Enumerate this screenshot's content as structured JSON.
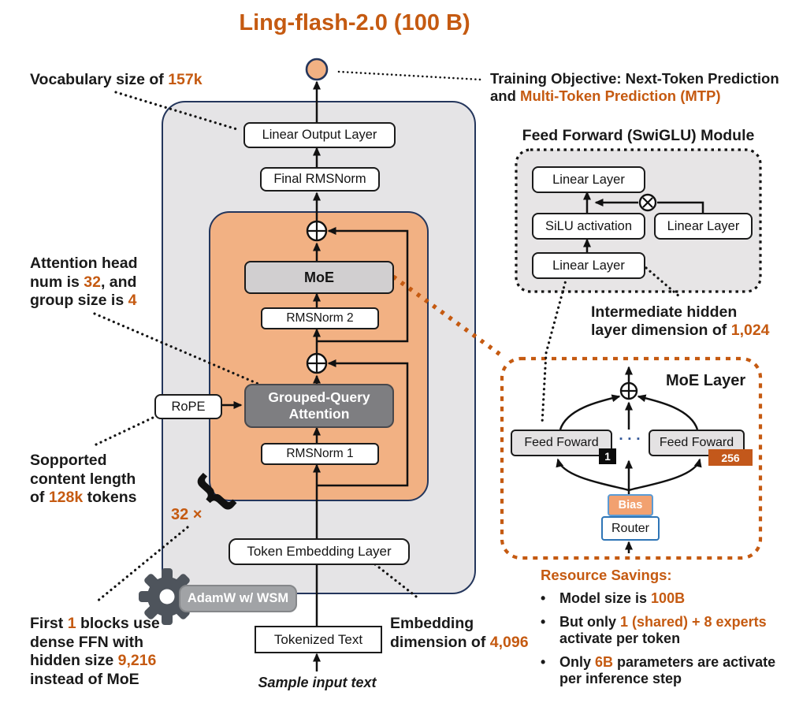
{
  "title": "Ling-flash-2.0 (100 B)",
  "colors": {
    "accent_orange": "#C55A11",
    "block_orange": "#F2B183",
    "outer_gray": "#E5E4E6",
    "navy_border": "#24365C",
    "moe_gray": "#D1CFD0",
    "gqa_gray": "#7E7E81",
    "router_blue": "#2E75B6",
    "badge_black": "#0B0B0B"
  },
  "annotations": {
    "vocab": {
      "a": "Vocabulary size of ",
      "b": "157k"
    },
    "attn": {
      "l1": "Attention head",
      "l2a": "num is ",
      "l2b": "32",
      "l2c": ", and",
      "l3a": "group size is ",
      "l3b": "4"
    },
    "ctx": {
      "l1": "Sopported",
      "l2": "content length",
      "l3a": "of ",
      "l3b": "128k",
      "l3c": " tokens"
    },
    "layers": "32 ×",
    "dense": {
      "l1a": "First ",
      "l1b": "1",
      "l1c": " blocks use",
      "l2": "dense FFN with",
      "l3a": "hidden size ",
      "l3b": "9,216",
      "l4": "instead of MoE"
    },
    "embed": {
      "l1": "Embedding",
      "l2a": "dimension of ",
      "l2b": "4,096"
    },
    "training": {
      "l1": "Training Objective: Next-Token Prediction",
      "l2a": "and ",
      "l2b": "Multi-Token Prediction (MTP)"
    },
    "inter": {
      "l1": "Intermediate hidden",
      "l2a": "layer dimension of ",
      "l2b": "1,024"
    }
  },
  "stack": {
    "linear_output": "Linear Output Layer",
    "final_rms": "Final RMSNorm",
    "moe": "MoE",
    "rms2": "RMSNorm 2",
    "gqa": "Grouped-Query Attention",
    "rms1": "RMSNorm 1",
    "rope": "RoPE",
    "token_embed": "Token Embedding Layer",
    "optimizer": "AdamW w/ WSM",
    "tokenized": "Tokenized Text",
    "sample": "Sample input text"
  },
  "swiglu": {
    "title": "Feed Forward (SwiGLU) Module",
    "top": "Linear Layer",
    "silu": "SiLU activation",
    "right": "Linear Layer",
    "bottom": "Linear Layer"
  },
  "moe_layer": {
    "title": "MoE Layer",
    "ff_left": "Feed Foward",
    "ff_right": "Feed Foward",
    "badge_first": "1",
    "badge_last": "256",
    "dots": "▪ ▪ ▪",
    "bias": "Bias",
    "router": "Router"
  },
  "resource": {
    "title": "Resource Savings:",
    "bullet": "•",
    "b1a": "Model size is ",
    "b1b": "100B",
    "b2a": "But only ",
    "b2b": "1 (shared) + 8 experts",
    "b2l2": "activate per token",
    "b3a": "Only ",
    "b3b": "6B",
    "b3c": " parameters are activate",
    "b3l2": "per inference step"
  }
}
